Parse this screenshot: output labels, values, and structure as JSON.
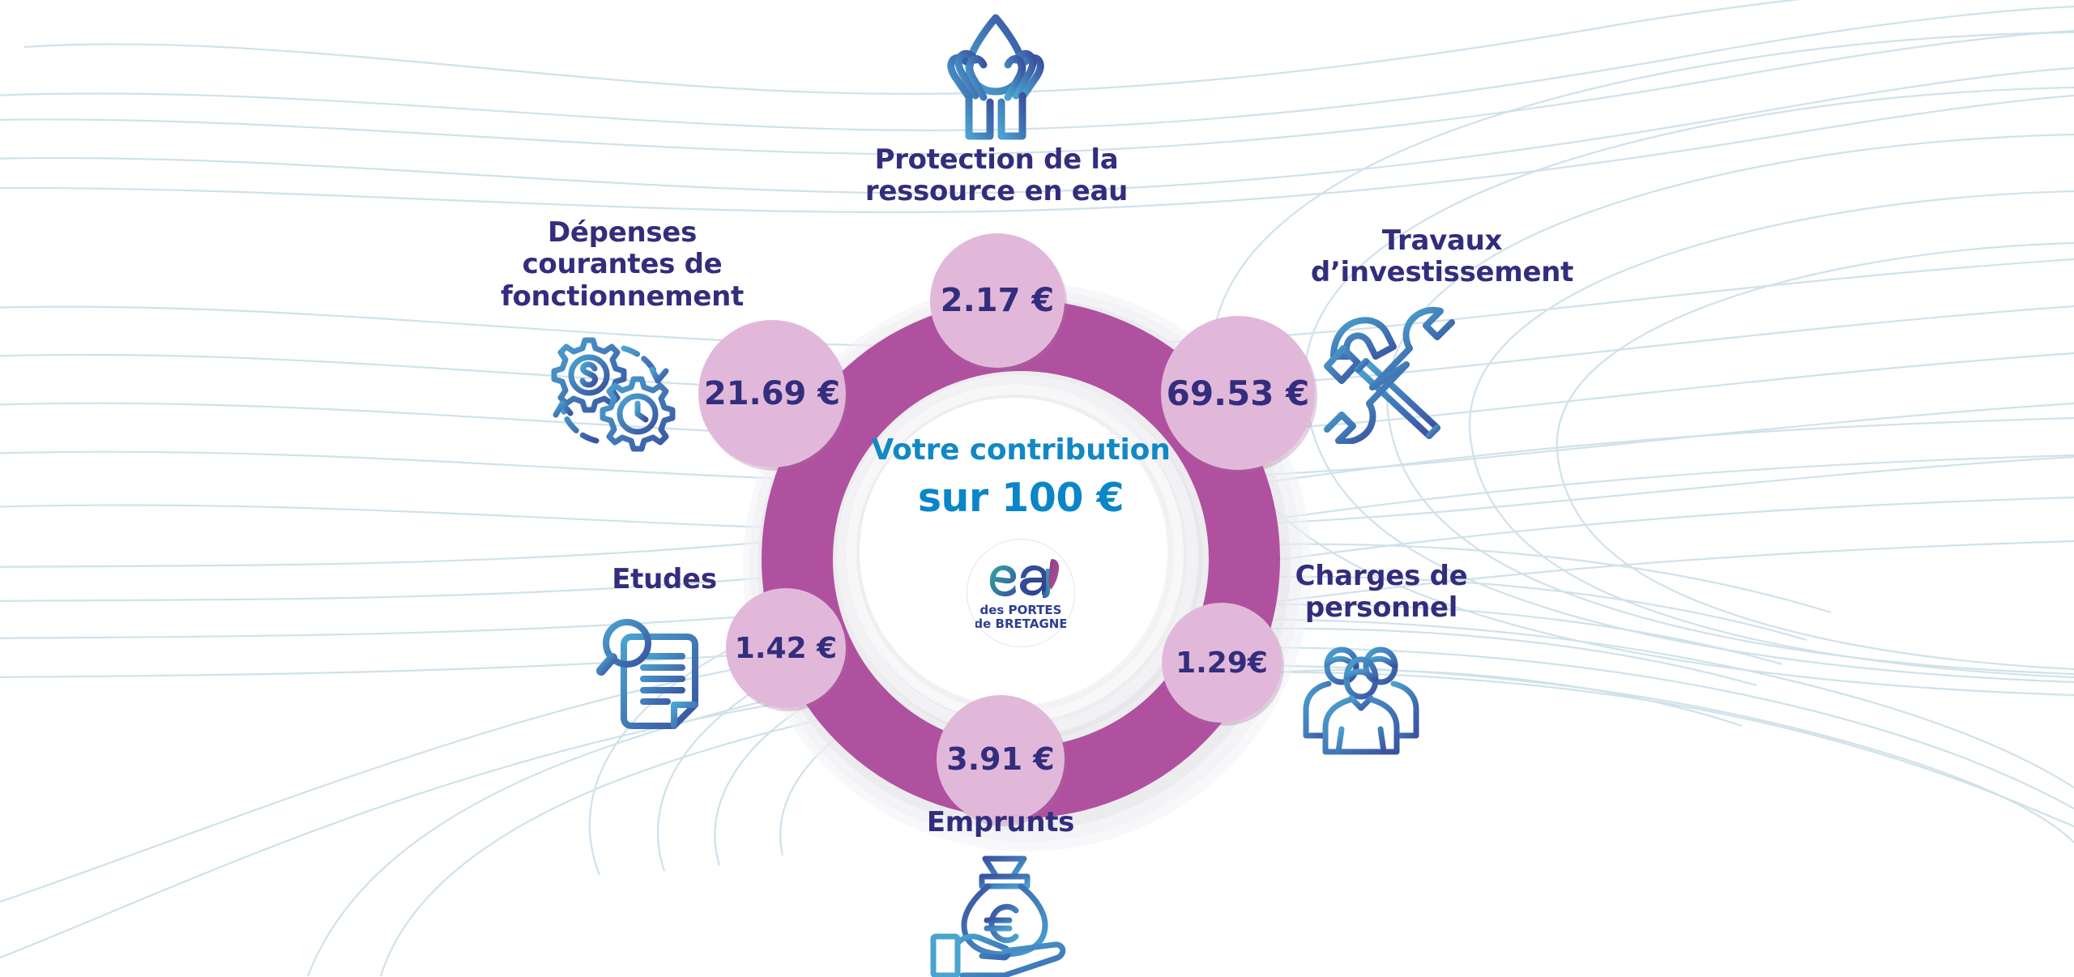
{
  "center": {
    "line1": "Votre contribution",
    "line2": "sur 100 €",
    "logo_word": "eau",
    "logo_sub1": "des PORTES",
    "logo_sub2": "de BRETAGNE"
  },
  "colors": {
    "ring_purple": "#b0519f",
    "bubble_pink": "#e2b8da",
    "label_navy": "#332d7d",
    "center_blue": "#0a86c8",
    "icon_blue_light": "#4aa3d0",
    "icon_blue_dark": "#3a5aa8",
    "contour_line": "#cfe2ea",
    "page_bg": "#ffffff"
  },
  "chart_data": {
    "type": "pie",
    "title": "Votre contribution sur 100 €",
    "unit": "€",
    "total": 100,
    "categories": [
      "Protection de la ressource en eau",
      "Travaux d’investissement",
      "Charges de personnel",
      "Emprunts",
      "Etudes",
      "Dépenses courantes de fonctionnement"
    ],
    "values": [
      2.17,
      69.53,
      1.29,
      3.91,
      1.42,
      21.69
    ],
    "labels": [
      "2.17 €",
      "69.53 €",
      "1.29€",
      "3.91 €",
      "1.42 €",
      "21.69 €"
    ],
    "legend": "position: around donut",
    "grid": false
  },
  "segments": [
    {
      "id": "protection",
      "label_line1": "Protection de la",
      "label_line2": "ressource en eau",
      "value_text": "2.17 €",
      "value": 2.17,
      "icon": "hands-water-drop-icon"
    },
    {
      "id": "travaux",
      "label_line1": "Travaux",
      "label_line2": "d’investissement",
      "value_text": "69.53 €",
      "value": 69.53,
      "icon": "hammer-wrench-icon"
    },
    {
      "id": "charges",
      "label_line1": "Charges de",
      "label_line2": "personnel",
      "value_text": "1.29€",
      "value": 1.29,
      "icon": "people-group-icon"
    },
    {
      "id": "emprunts",
      "label_line1": "Emprunts",
      "label_line2": "",
      "value_text": "3.91 €",
      "value": 3.91,
      "icon": "hand-money-bag-euro-icon"
    },
    {
      "id": "etudes",
      "label_line1": "Etudes",
      "label_line2": "",
      "value_text": "1.42 €",
      "value": 1.42,
      "icon": "magnifier-document-icon"
    },
    {
      "id": "depenses",
      "label_line1": "Dépenses",
      "label_line2": "courantes de",
      "label_line3": "fonctionnement",
      "value_text": "21.69 €",
      "value": 21.69,
      "icon": "gears-money-clock-icon"
    }
  ]
}
